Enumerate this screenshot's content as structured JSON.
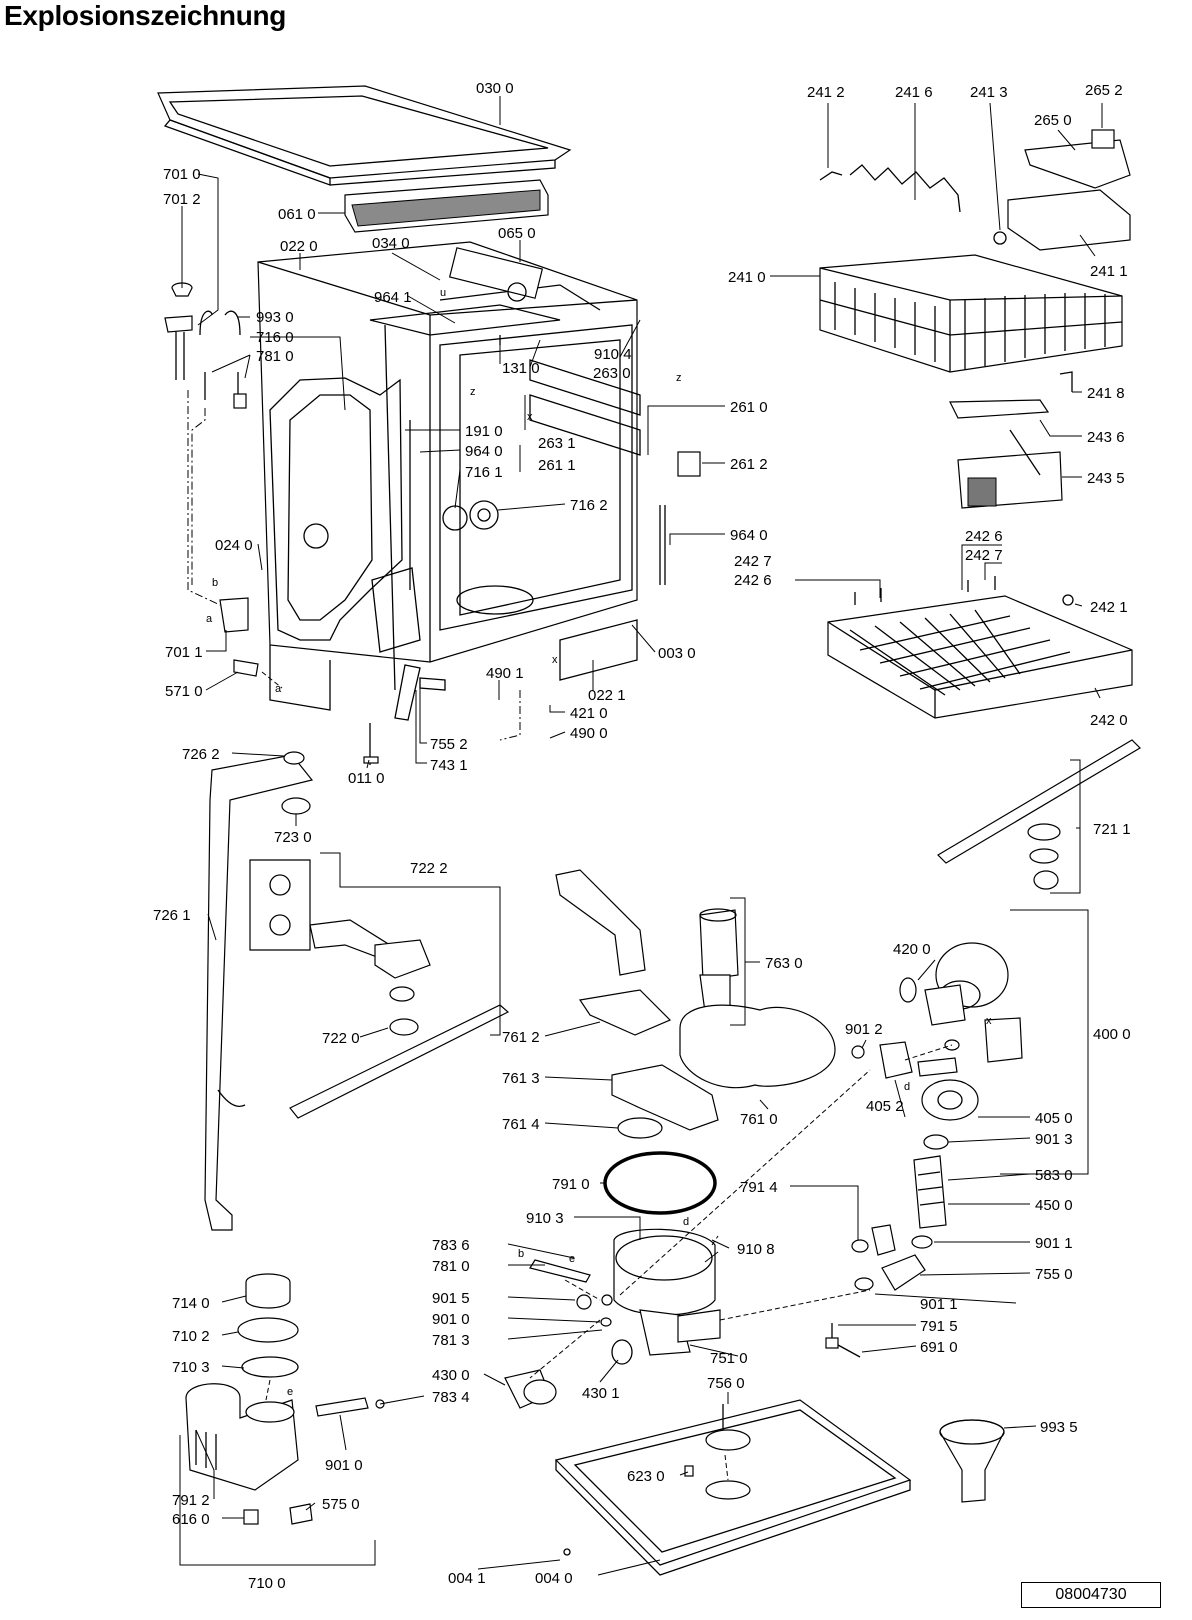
{
  "title": "Explosionszeichnung",
  "drawing_number": "08004730",
  "connector_marks": [
    "a",
    "b",
    "c",
    "d",
    "e",
    "x",
    "z"
  ],
  "parts": [
    "030 0",
    "061 0",
    "022 0",
    "034 0",
    "065 0",
    "701 0",
    "701 2",
    "993 0",
    "716 0",
    "781 0",
    "964 1",
    "910 4",
    "131 0",
    "263 0",
    "261 0",
    "191 0",
    "263 1",
    "964 0",
    "261 1",
    "261 2",
    "716 1",
    "716 2",
    "024 0",
    "701 1",
    "571 0",
    "003 0",
    "490 1",
    "022 1",
    "421 0",
    "490 0",
    "755 2",
    "743 1",
    "011 0",
    "241 2",
    "241 6",
    "241 3",
    "265 2",
    "265 0",
    "241 1",
    "241 0",
    "241 8",
    "243 6",
    "243 5",
    "242 6",
    "242 7",
    "242 1",
    "242 0",
    "726 2",
    "723 0",
    "721 1",
    "722 2",
    "726 1",
    "763 0",
    "420 0",
    "722 0",
    "761 2",
    "901 2",
    "400 0",
    "761 3",
    "405 2",
    "405 0",
    "761 4",
    "761 0",
    "901 3",
    "791 0",
    "583 0",
    "791 4",
    "450 0",
    "910 3",
    "783 6",
    "910 8",
    "901 1",
    "781 0",
    "755 0",
    "901 5",
    "714 0",
    "901 0",
    "710 2",
    "781 3",
    "791 5",
    "751 0",
    "691 0",
    "710 3",
    "430 0",
    "430 1",
    "756 0",
    "783 4",
    "993 5",
    "623 0",
    "791 2",
    "616 0",
    "575 0",
    "004 1",
    "004 0",
    "710 0"
  ]
}
